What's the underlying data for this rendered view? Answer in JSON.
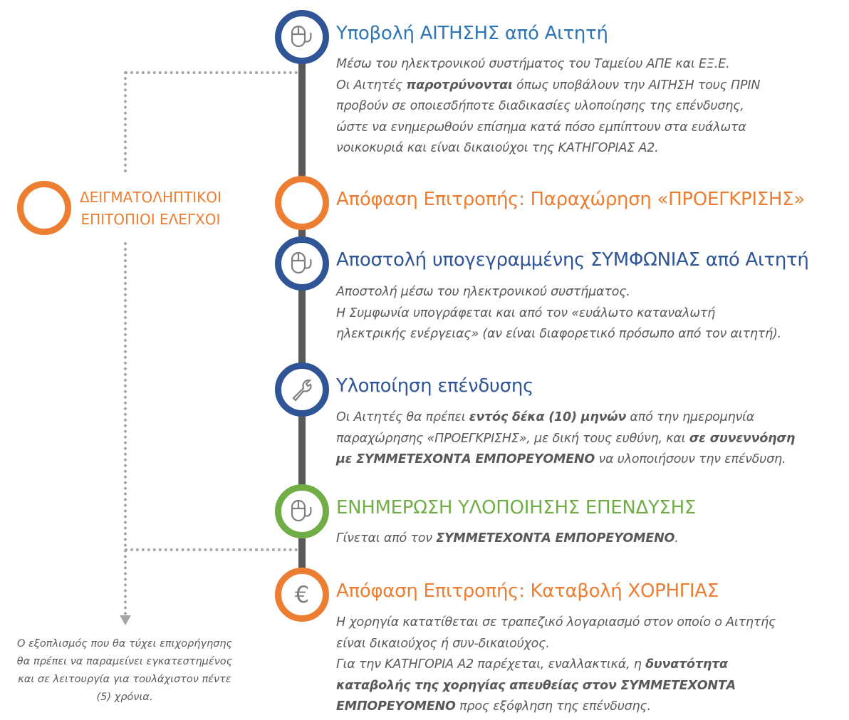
{
  "colors": {
    "blue": "#2F5597",
    "light_blue": "#2E75B6",
    "orange": "#ED7D31",
    "green": "#70AD47",
    "gray": "#595959"
  },
  "side": {
    "label_lines": [
      "ΔΕΙΓΜΑΤΟΛΗΠΤΙΚΟΙ",
      "ΕΠΙΤΟΠΙΟΙ ΕΛΕΓΧΟΙ"
    ],
    "note_lines": [
      "Ο εξοπλισμός που θα τύχει επιχορήγησης",
      "θα πρέπει να παραμείνει εγκατεστημένος",
      "και σε λειτουργία για τουλάχιστον πέντε",
      "(5) χρόνια."
    ]
  },
  "steps": [
    {
      "icon": "mouse-icon",
      "ring": "blue",
      "title_color": "light_blue",
      "title": "Υποβολή ΑΙΤΗΣΗΣ από Αιτητή",
      "lines": [
        [
          {
            "t": "Μέσω του ηλεκτρονικού συστήματος του Ταμείου ΑΠΕ και ΕΞ.Ε."
          }
        ],
        [
          {
            "t": "Οι Αιτητές "
          },
          {
            "t": "παροτρύνονται",
            "b": true
          },
          {
            "t": " όπως υποβάλουν την ΑΙΤΗΣΗ τους ΠΡΙΝ"
          }
        ],
        [
          {
            "t": "προβούν σε οποιεσδήποτε διαδικασίες υλοποίησης της επένδυσης,"
          }
        ],
        [
          {
            "t": "ώστε να ενημερωθούν επίσημα κατά πόσο εμπίπτουν στα ευάλωτα"
          }
        ],
        [
          {
            "t": "νοικοκυριά και είναι δικαιούχοι της ΚΑΤΗΓΟΡΙΑΣ Α2."
          }
        ]
      ]
    },
    {
      "icon": "none",
      "ring": "orange",
      "title_color": "orange",
      "title": "Απόφαση Επιτροπής: Παραχώρηση «ΠΡΟΕΓΚΡΙΣΗΣ»",
      "lines": []
    },
    {
      "icon": "mouse-icon",
      "ring": "blue",
      "title_color": "blue",
      "title": "Αποστολή υπογεγραμμένης ΣΥΜΦΩΝΙΑΣ από Αιτητή",
      "lines": [
        [
          {
            "t": "Αποστολή μέσω του ηλεκτρονικού συστήματος."
          }
        ],
        [
          {
            "t": "Η Συμφωνία υπογράφεται και από τον «ευάλωτο καταναλωτή"
          }
        ],
        [
          {
            "t": "ηλεκτρικής ενέργειας» (αν είναι διαφορετικό πρόσωπο από τον αιτητή)."
          }
        ]
      ]
    },
    {
      "icon": "wrench-icon",
      "ring": "blue",
      "title_color": "blue",
      "title": "Υλοποίηση επένδυσης",
      "lines": [
        [
          {
            "t": "Οι Αιτητές θα πρέπει "
          },
          {
            "t": "εντός δέκα (10) μηνών",
            "b": true
          },
          {
            "t": " από την ημερομηνία"
          }
        ],
        [
          {
            "t": "παραχώρησης «ΠΡΟΕΓΚΡΙΣΗΣ», με δική τους ευθύνη, και "
          },
          {
            "t": "σε συνεννόηση",
            "b": true
          }
        ],
        [
          {
            "t": "με ΣΥΜΜΕΤΕΧΟΝΤΑ ΕΜΠΟΡΕΥΟΜΕΝΟ",
            "b": true
          },
          {
            "t": " να υλοποιήσουν την επένδυση."
          }
        ]
      ]
    },
    {
      "icon": "mouse-icon",
      "ring": "green",
      "title_color": "green",
      "title": "ΕΝΗΜΕΡΩΣΗ ΥΛΟΠΟΙΗΣΗΣ ΕΠΕΝΔΥΣΗΣ",
      "lines": [
        [
          {
            "t": "Γίνεται από τον "
          },
          {
            "t": "ΣΥΜΜΕΤΕΧΟΝΤΑ ΕΜΠΟΡΕΥΟΜΕΝΟ",
            "b": true
          },
          {
            "t": "."
          }
        ]
      ]
    },
    {
      "icon": "euro-icon",
      "ring": "orange",
      "title_color": "orange",
      "title": "Απόφαση Επιτροπής: Καταβολή ΧΟΡΗΓΙΑΣ",
      "lines": [
        [
          {
            "t": "Η χορηγία κατατίθεται σε τραπεζικό λογαριασμό στον οποίο ο Αιτητής"
          }
        ],
        [
          {
            "t": "είναι δικαιούχος ή συν-δικαιούχος."
          }
        ],
        [
          {
            "t": "Για την ΚΑΤΗΓΟΡΙΑ Α2 παρέχεται, εναλλακτικά, η "
          },
          {
            "t": "δυνατότητα",
            "b": true
          }
        ],
        [
          {
            "t": "καταβολής της χορηγίας απευθείας στον ΣΥΜΜΕΤΕΧΟΝΤΑ",
            "b": true
          }
        ],
        [
          {
            "t": "ΕΜΠΟΡΕΥΟΜΕΝΟ",
            "b": true
          },
          {
            "t": " προς εξόφληση της επένδυσης."
          }
        ]
      ]
    }
  ]
}
